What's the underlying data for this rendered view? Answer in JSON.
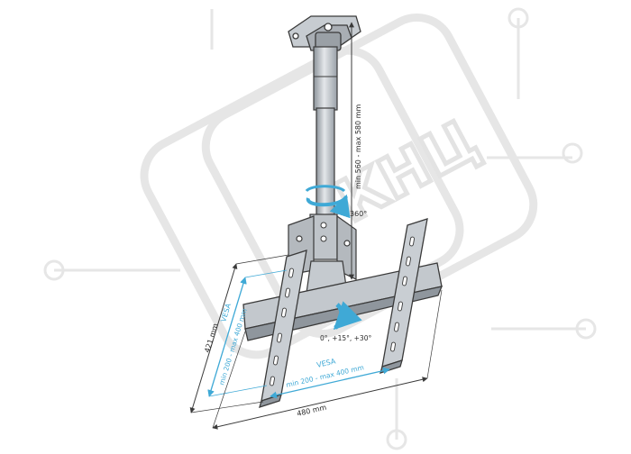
{
  "dimensions": {
    "pole_length": "min 560 - max 580 mm",
    "total_height": "421 mm",
    "vesa_vertical_label": "VESA",
    "vesa_vertical_range": "min 200 - max 400 mm",
    "vesa_horizontal_label": "VESA",
    "vesa_horizontal_range": "min 200 - max 400 mm",
    "total_width": "480 mm"
  },
  "rotation": {
    "swivel": "360°",
    "tilt": "0°, +15°, +30°"
  },
  "watermark": {
    "text": "КНЦ"
  },
  "colors": {
    "line": "#3a3a3a",
    "metal": "#b9bec4",
    "accent": "#3fa9d6",
    "watermark": "#e8e8e8"
  }
}
